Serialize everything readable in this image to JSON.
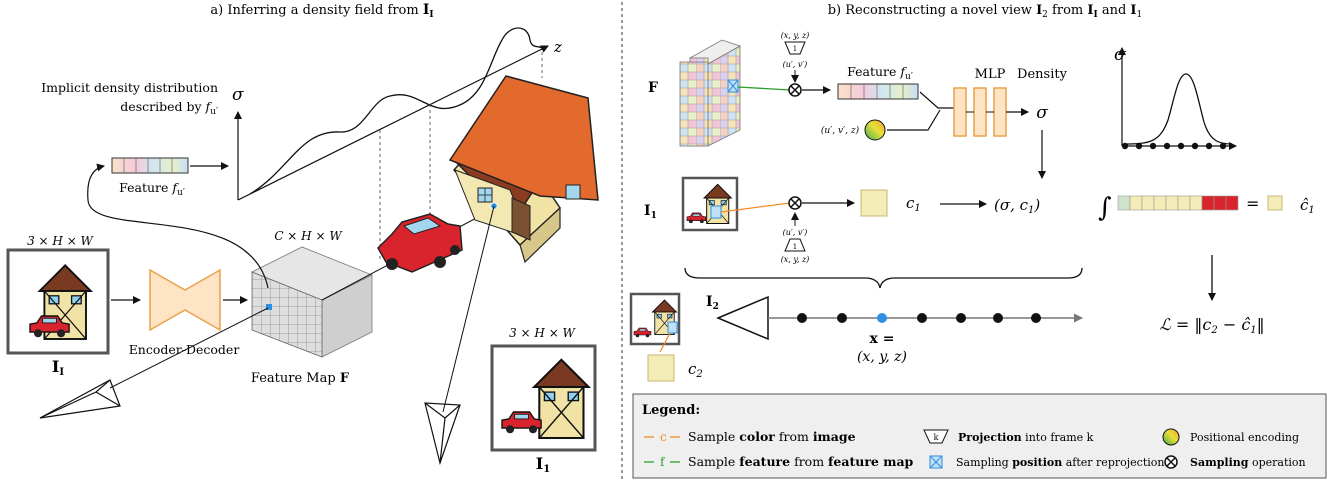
{
  "left_panel": {
    "title": "a) Inferring a density field from",
    "title_var": "I",
    "title_sub": "I",
    "implicit_line1": "Implicit density distribution",
    "implicit_line2": "described by",
    "f_sym": "f",
    "f_sub": "u′",
    "sigma": "σ",
    "z": "z",
    "feature_label": "Feature",
    "input_dims": "3 × H × W",
    "feature_dims": "C × H × W",
    "encoder_decoder": "Encoder-Decoder",
    "feature_map": "Feature Map",
    "feature_map_sym": "F",
    "I_main": "I",
    "I_main_sub": "I",
    "I1_dims": "3 × H × W",
    "I1_main": "I",
    "I1_sub": "1"
  },
  "right_panel": {
    "title": "b) Reconstructing a novel view",
    "title_and": "from",
    "title_and2": "and",
    "I2": "I",
    "I2_sub": "2",
    "II_sub": "I",
    "I1_sub": "1",
    "F_label": "F",
    "proj_top_coords": "(x, y, z)",
    "proj_top_k": "1",
    "proj_top_uv": "(u′, v′)",
    "feature_label": "Feature",
    "mlp_label": "MLP",
    "density_label": "Density",
    "pe_input": "(u′, v′, z)",
    "sigma": "σ",
    "row_I1": "I",
    "row_I1_sub": "1",
    "c1": "c",
    "c1_sub": "1",
    "sigma_c1": "(σ, c",
    "sigma_c1_end": ")",
    "proj_bot_uv": "(u′, v′)",
    "proj_bot_k": "1",
    "proj_bot_coords": "(x, y, z)",
    "integral": "∫",
    "equals": "=",
    "c1hat": "ĉ",
    "c1hat_sub": "1",
    "ray_I2": "I",
    "ray_I2_sub": "2",
    "x_label": "x =",
    "xyz": "(x, y, z)",
    "c2": "c",
    "c2_sub": "2",
    "loss": "ℒ = ‖c",
    "loss_mid": " − ĉ",
    "loss_end": "‖",
    "loss_sub2": "2",
    "loss_sub1": "1"
  },
  "legend": {
    "title": "Legend:",
    "c_marker": "c",
    "f_marker": "f",
    "color_pre": "Sample ",
    "color_bold": "color",
    "color_mid": " from ",
    "color_bold2": "image",
    "feature_pre": "Sample ",
    "feature_bold": "feature",
    "feature_mid": " from ",
    "feature_bold2": "feature map",
    "proj_k": "k",
    "proj_bold": "Projection",
    "proj_rest": " into frame k",
    "sampling_pre": "Sampling ",
    "sampling_bold": "position",
    "sampling_rest": " after reprojection",
    "pe": "Positional encoding",
    "op_bold": "Sampling",
    "op_rest": " operation"
  },
  "colors": {
    "orange": "#f28c28",
    "green": "#2a9d2a",
    "blue": "#2f8fe0",
    "mlp_fill": "#fde4c4",
    "mlp_stroke": "#e8a24a",
    "color_box": "#f4ecb6",
    "red": "#d9232d",
    "roof": "#e26a2c",
    "wall": "#f1e3a6"
  }
}
